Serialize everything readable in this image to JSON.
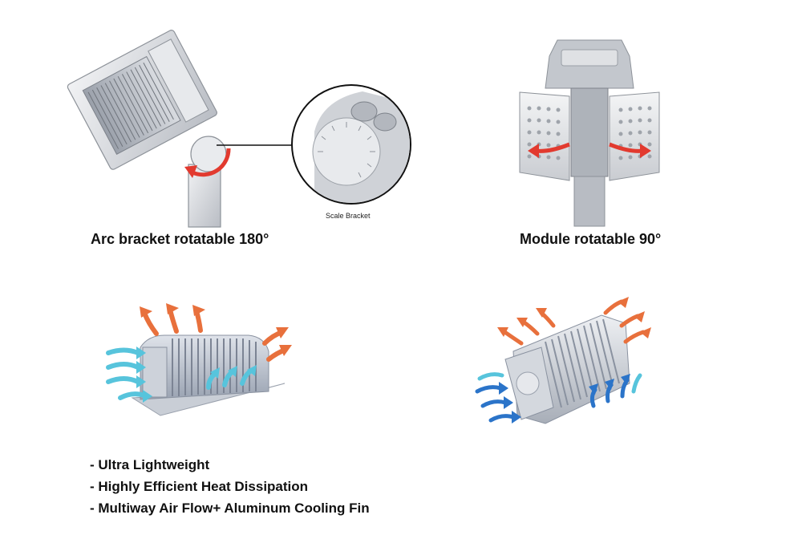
{
  "top_left": {
    "caption": "Arc bracket rotatable 180°",
    "zoom_label": "Scale Bracket"
  },
  "top_right": {
    "caption": "Module rotatable 90°"
  },
  "features": [
    "- Ultra Lightweight",
    "- Highly Efficient Heat Dissipation",
    "- Multiway Air Flow+ Aluminum Cooling Fin"
  ],
  "colors": {
    "rotation_arrow": "#e23a2f",
    "hot_air": "#e8703c",
    "cool_air_light": "#57c4dc",
    "cool_air_dark": "#2b74c9",
    "metal": "#c8ccd2"
  }
}
